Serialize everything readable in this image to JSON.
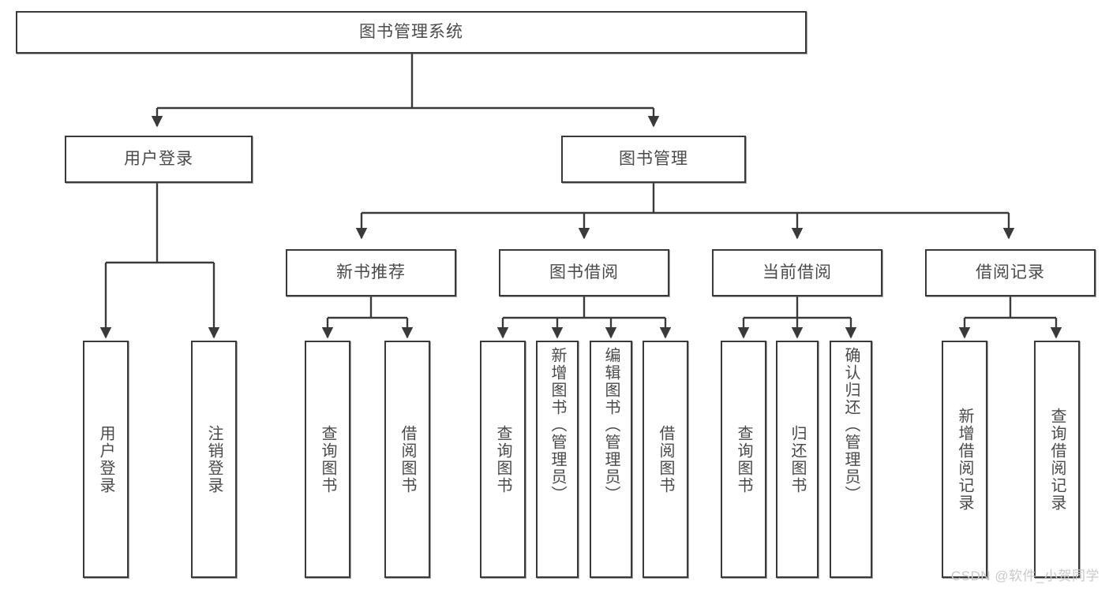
{
  "diagram": {
    "title": "图书管理系统",
    "type": "tree",
    "watermark": "CSDN @软件_小贺同学",
    "colors": {
      "background": "#ffffff",
      "node_border": "#3a3a3a",
      "node_fill": "#ffffff",
      "text": "#4a4a4a",
      "edge": "#3a3a3a",
      "watermark": "#c9c9c9"
    },
    "root": {
      "label": "图书管理系统"
    },
    "level1": [
      {
        "label": "用户登录"
      },
      {
        "label": "图书管理"
      }
    ],
    "level2": [
      {
        "label": "新书推荐"
      },
      {
        "label": "图书借阅"
      },
      {
        "label": "当前借阅"
      },
      {
        "label": "借阅记录"
      }
    ],
    "leaves": {
      "user_login": [
        {
          "label": "用户登录"
        },
        {
          "label": "注销登录"
        }
      ],
      "new_book_recommend": [
        {
          "label": "查询图书"
        },
        {
          "label": "借阅图书"
        }
      ],
      "book_borrow": [
        {
          "label": "查询图书"
        },
        {
          "label": "新增图书（管理员）"
        },
        {
          "label": "编辑图书（管理员）"
        },
        {
          "label": "借阅图书"
        }
      ],
      "current_borrow": [
        {
          "label": "查询图书"
        },
        {
          "label": "归还图书"
        },
        {
          "label": "确认归还（管理员）"
        }
      ],
      "borrow_record": [
        {
          "label": "新增借阅记录"
        },
        {
          "label": "查询借阅记录"
        }
      ]
    }
  }
}
